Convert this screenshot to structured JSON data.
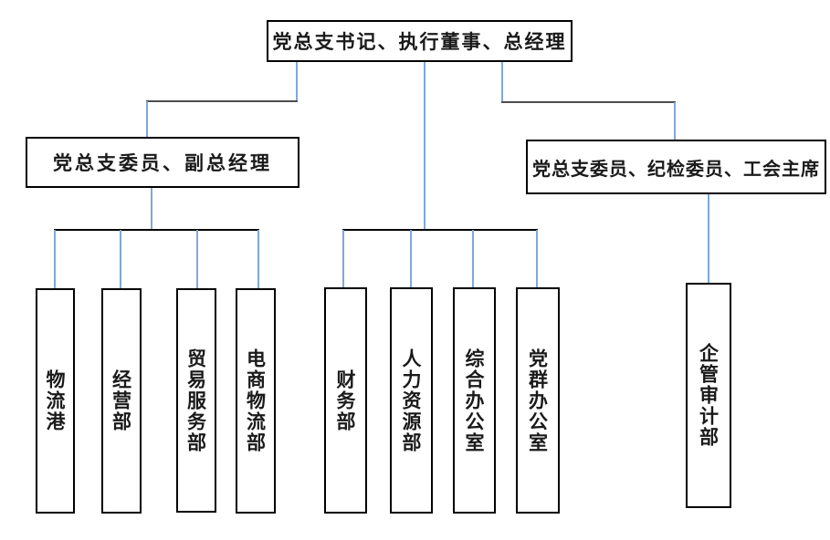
{
  "org": {
    "root": {
      "label": "党总支书记、执行董事、总经理"
    },
    "level2": [
      {
        "label": "党总支委员、副总经理"
      },
      {
        "label": "党总支委员、纪检委员、工会主席"
      }
    ],
    "departments": [
      {
        "label": "物流港",
        "parent": "党总支委员、副总经理"
      },
      {
        "label": "经营部",
        "parent": "党总支委员、副总经理"
      },
      {
        "label": "贸易服务部",
        "parent": "党总支委员、副总经理"
      },
      {
        "label": "电商物流部",
        "parent": "党总支委员、副总经理"
      },
      {
        "label": "财务部",
        "parent": "党总支书记、执行董事、总经理"
      },
      {
        "label": "人力资源部",
        "parent": "党总支书记、执行董事、总经理"
      },
      {
        "label": "综合办公室",
        "parent": "党总支书记、执行董事、总经理"
      },
      {
        "label": "党群办公室",
        "parent": "党总支书记、执行董事、总经理"
      },
      {
        "label": "企管审计部",
        "parent": "党总支委员、纪检委员、工会主席"
      }
    ],
    "colors": {
      "box_border": "#000000",
      "connector_blue": "#7fa8d8",
      "connector_dark": "#4d4d4d",
      "background": "#ffffff"
    }
  }
}
